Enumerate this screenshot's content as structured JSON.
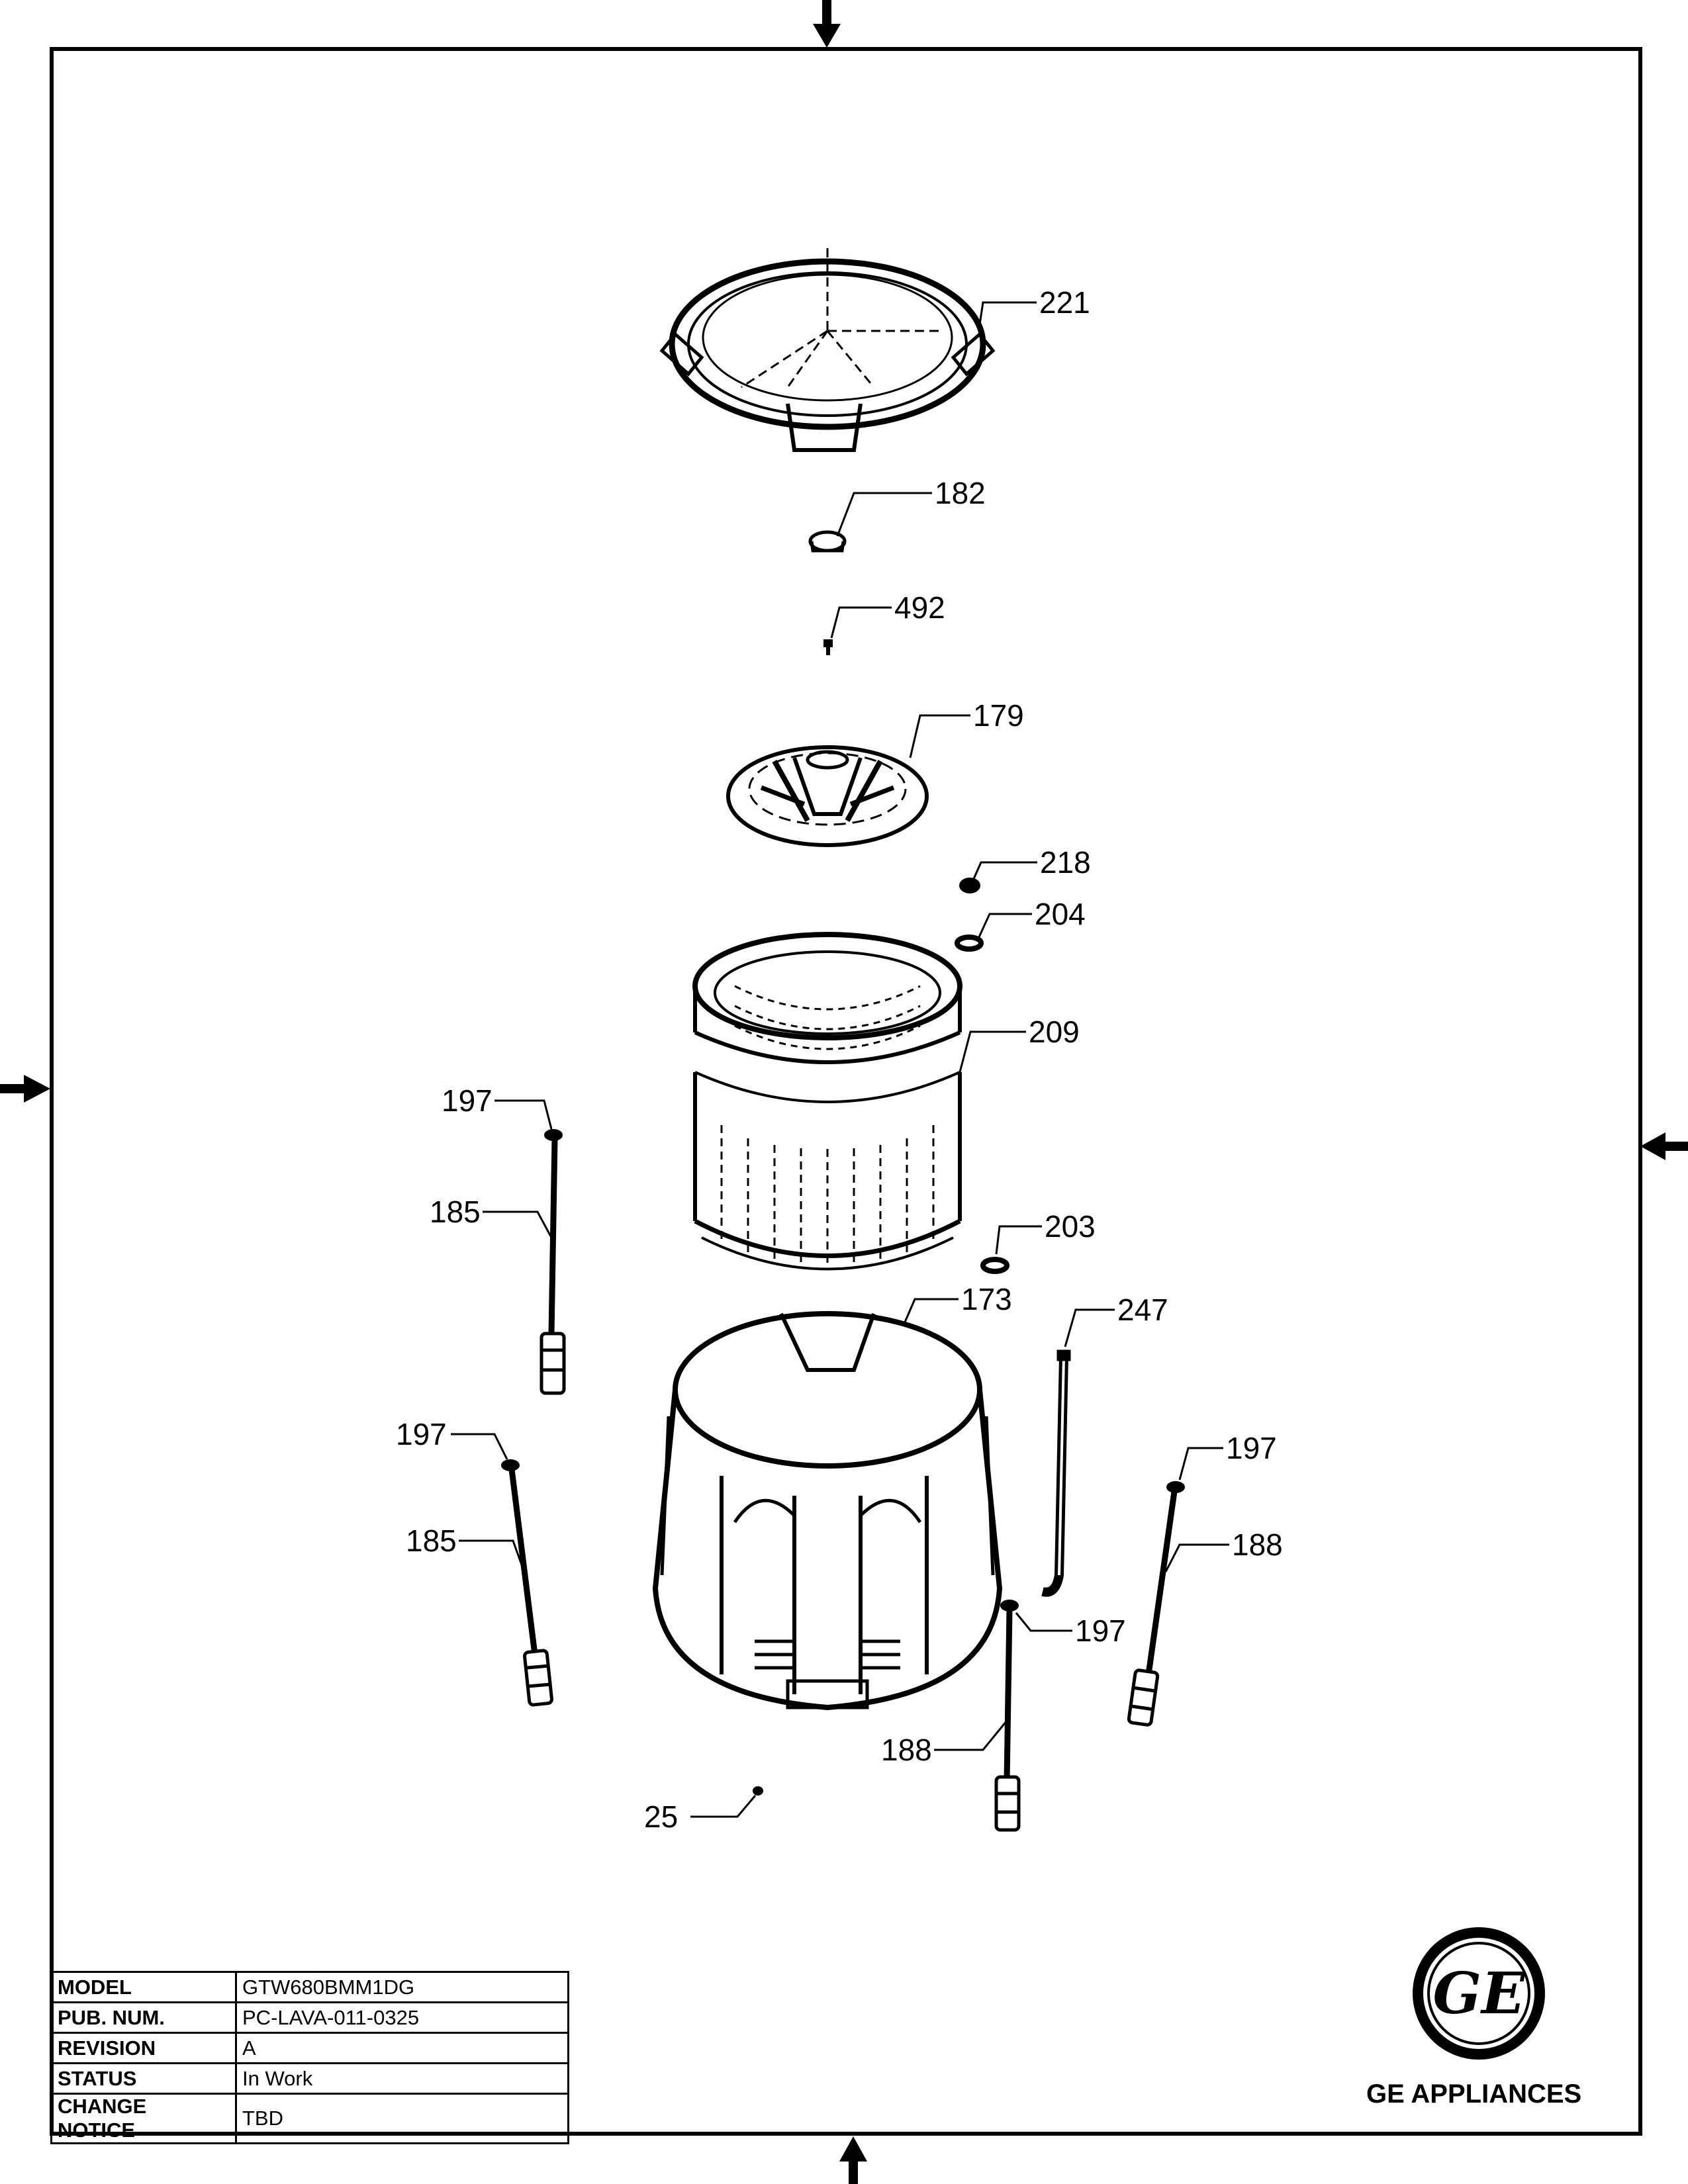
{
  "callouts": [
    "221",
    "182",
    "492",
    "179",
    "218",
    "204",
    "209",
    "197",
    "185",
    "203",
    "173",
    "247",
    "197",
    "197",
    "185",
    "188",
    "197",
    "188",
    "25"
  ],
  "title_block": [
    {
      "label": "MODEL",
      "value": "GTW680BMM1DG"
    },
    {
      "label": "PUB. NUM.",
      "value": "PC-LAVA-011-0325"
    },
    {
      "label": "REVISION",
      "value": "A"
    },
    {
      "label": "STATUS",
      "value": "In Work"
    },
    {
      "label": "CHANGE NOTICE",
      "value": "TBD"
    }
  ],
  "brand": {
    "monogram": "GE",
    "name": "GE APPLIANCES"
  }
}
